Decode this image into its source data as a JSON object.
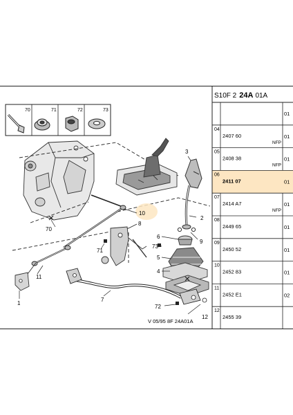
{
  "header": {
    "prefix": "S10F 2",
    "group_bold": "24A",
    "suffix": "01A"
  },
  "colors": {
    "highlight": "#fde6c2",
    "line": "#222222",
    "callout_blob": "#fde6c2"
  },
  "kit": {
    "numbers": [
      "70",
      "71",
      "72",
      "73"
    ],
    "icons": [
      "bolt-icon",
      "flanged-nut-icon",
      "hex-nut-icon",
      "washer-icon"
    ]
  },
  "callouts": {
    "c1": "1",
    "c2": "2",
    "c3": "3",
    "c4": "4",
    "c5": "5",
    "c6": "6",
    "c7": "7",
    "c8": "8",
    "c9": "9",
    "c10": "10",
    "c11": "11",
    "c12": "12",
    "c70": "70",
    "c71": "71",
    "c72": "72",
    "c73": "73"
  },
  "footer_ref": "V 05/95  8F  24A01A",
  "parts_list": {
    "rows": [
      {
        "num": "",
        "code": "",
        "note": "",
        "qty": "01",
        "highlight": false
      },
      {
        "num": "04",
        "code": "2407 60",
        "note": "NFP",
        "qty": "01",
        "highlight": false
      },
      {
        "num": "05",
        "code": "2408 38",
        "note": "NFP",
        "qty": "01",
        "highlight": false
      },
      {
        "num": "06",
        "code": "2411 07",
        "note": "",
        "qty": "01",
        "highlight": true
      },
      {
        "num": "07",
        "code": "2414 A7",
        "note": "NFP",
        "qty": "01",
        "highlight": false
      },
      {
        "num": "08",
        "code": "2449 65",
        "note": "",
        "qty": "01",
        "highlight": false
      },
      {
        "num": "09",
        "code": "2450 52",
        "note": "",
        "qty": "01",
        "highlight": false
      },
      {
        "num": "10",
        "code": "2452 83",
        "note": "",
        "qty": "01",
        "highlight": false
      },
      {
        "num": "11",
        "code": "2452 E1",
        "note": "",
        "qty": "02",
        "highlight": false
      },
      {
        "num": "12",
        "code": "2455 39",
        "note": "",
        "qty": "",
        "highlight": false
      }
    ]
  }
}
